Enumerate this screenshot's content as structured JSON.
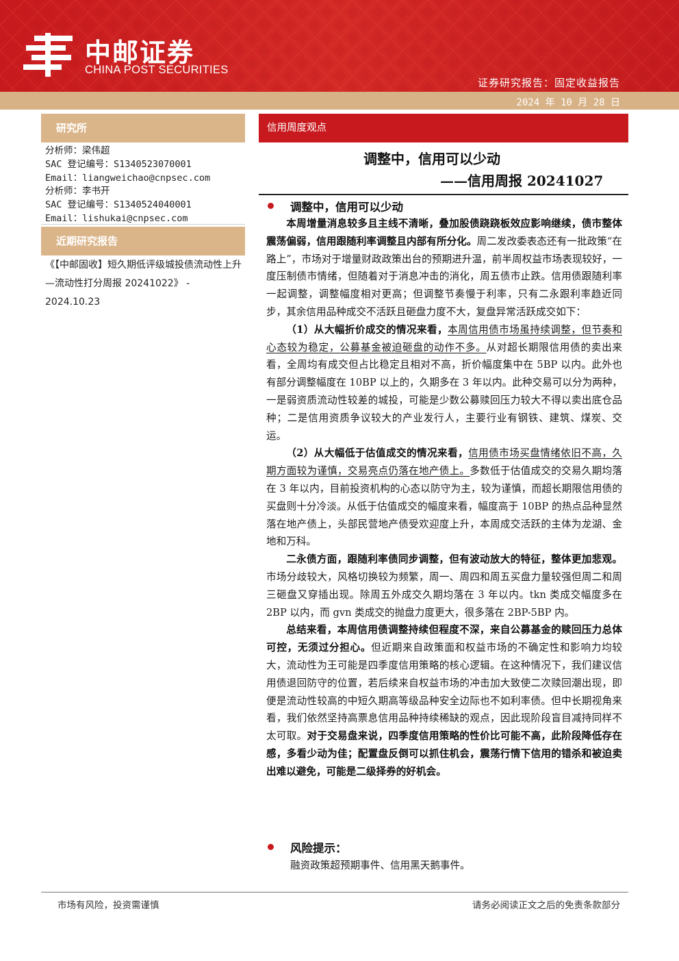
{
  "header": {
    "brand_cn": "中邮证券",
    "brand_en": "CHINA POST SECURITIES",
    "report_type": "证券研究报告：固定收益报告",
    "date": "2024 年 10 月 28 日",
    "logo_icon": "china-post-logo-icon",
    "colors": {
      "primary_red": "#c81a1e",
      "gold": "#d8b287"
    }
  },
  "sidebar": {
    "institute_label": "研究所",
    "analysts": [
      "分析师：梁伟超",
      "SAC 登记编号：S1340523070001",
      "Email：liangweichao@cnpsec.com",
      "分析师：李书开",
      "SAC 登记编号：S1340524040001",
      "Email：lishukai@cnpsec.com"
    ],
    "recent_label": "近期研究报告",
    "recent_report": "《【中邮固收】短久期低评级城投债流动性上升—流动性打分周报 20241022》 - 2024.10.23"
  },
  "main": {
    "section_tag": "信用周度观点",
    "title_line1": "调整中，信用可以少动",
    "title_line2": "——信用周报 20241027",
    "heading1": "调整中，信用可以少动",
    "p1_bold": "本周增量消息较多且主线不清晰，叠加股债跷跷板效应影响继续，债市整体震荡偏弱，信用跟随利率调整且内部有所分化。",
    "p1_rest": "周二发改委表态还有一批政策“在路上”，市场对于增量财政政策出台的预期进升温，前半周权益市场表现较好，一度压制债市情绪，但随着对于消息冲击的消化，周五债市止跌。信用债跟随利率一起调整，调整幅度相对更高；但调整节奏慢于利率，只有二永跟利率趋近同步，其余信用品种成交不活跃且砸盘力度不大，复盘异常活跃成交如下：",
    "p2_bold": "（1）从大幅折价成交的情况来看，",
    "p2_under": "本周信用债市场虽持续调整，但节奏和心态较为稳定，公募基金被迫砸盘的动作不多。",
    "p2_rest": "从对超长期限信用债的卖出来看，全周均有成交但占比稳定且相对不高，折价幅度集中在 5BP 以内。此外也有部分调整幅度在 10BP 以上的，久期多在 3 年以内。此种交易可以分为两种，一是弱资质流动性较差的城投，可能是少数公募赎回压力较大不得以卖出底仓品种；二是信用资质争议较大的产业发行人，主要行业有钢铁、建筑、煤炭、交运。",
    "p3_bold": "（2）从大幅低于估值成交的情况来看，",
    "p3_under": "信用债市场买盘情绪依旧不高，久期方面较为谨慎，交易亮点仍落在地产债上。",
    "p3_rest": "多数低于估值成交的交易久期均落在 3 年以内，目前投资机构的心态以防守为主，较为谨慎，而超长期限信用债的买盘则十分冷淡。从低于估值成交的幅度来看，幅度高于 10BP 的热点品种显然落在地产债上，头部民营地产债受欢迎度上升，本周成交活跃的主体为龙湖、金地和万科。",
    "p4_bold": "二永债方面，跟随利率债同步调整，但有波动放大的特征，整体更加悲观。",
    "p4_rest": "市场分歧较大，风格切换较为频繁，周一、周四和周五买盘力量较强但周二和周三砸盘又穿插出现。除周五外成交久期均落在 3 年以内。tkn 类成交幅度多在 2BP 以内，而 gvn 类成交的抛盘力度更大，很多落在 2BP-5BP 内。",
    "p5_bold": "总结来看，本周信用债调整持续但程度不深，来自公募基金的赎回压力总体可控，无须过分担心。",
    "p5_rest": "但近期来自政策面和权益市场的不确定性和影响力均较大，流动性为王可能是四季度信用策略的核心逻辑。在这种情况下，我们建议信用债退回防守的位置，若后续来自权益市场的冲击加大致使二次赎回潮出现，即便是流动性较高的中短久期高等级品种安全边际也不如利率债。但中长期视角来看，我们依然坚持高票息信用品种持续稀缺的观点，因此现阶段盲目减持同样不太可取。",
    "p5_bold2": "对于交易盘来说，四季度信用策略的性价比可能不高，此阶段降低存在感，多看少动为佳；配置盘反倒可以抓住机会，震荡行情下信用的错杀和被迫卖出难以避免，可能是二级择券的好机会。",
    "heading2": "风险提示：",
    "risk_text": "融资政策超预期事件、信用黑天鹅事件。"
  },
  "footer": {
    "left": "市场有风险，投资需谨慎",
    "right": "请务必阅读正文之后的免责条款部分"
  }
}
